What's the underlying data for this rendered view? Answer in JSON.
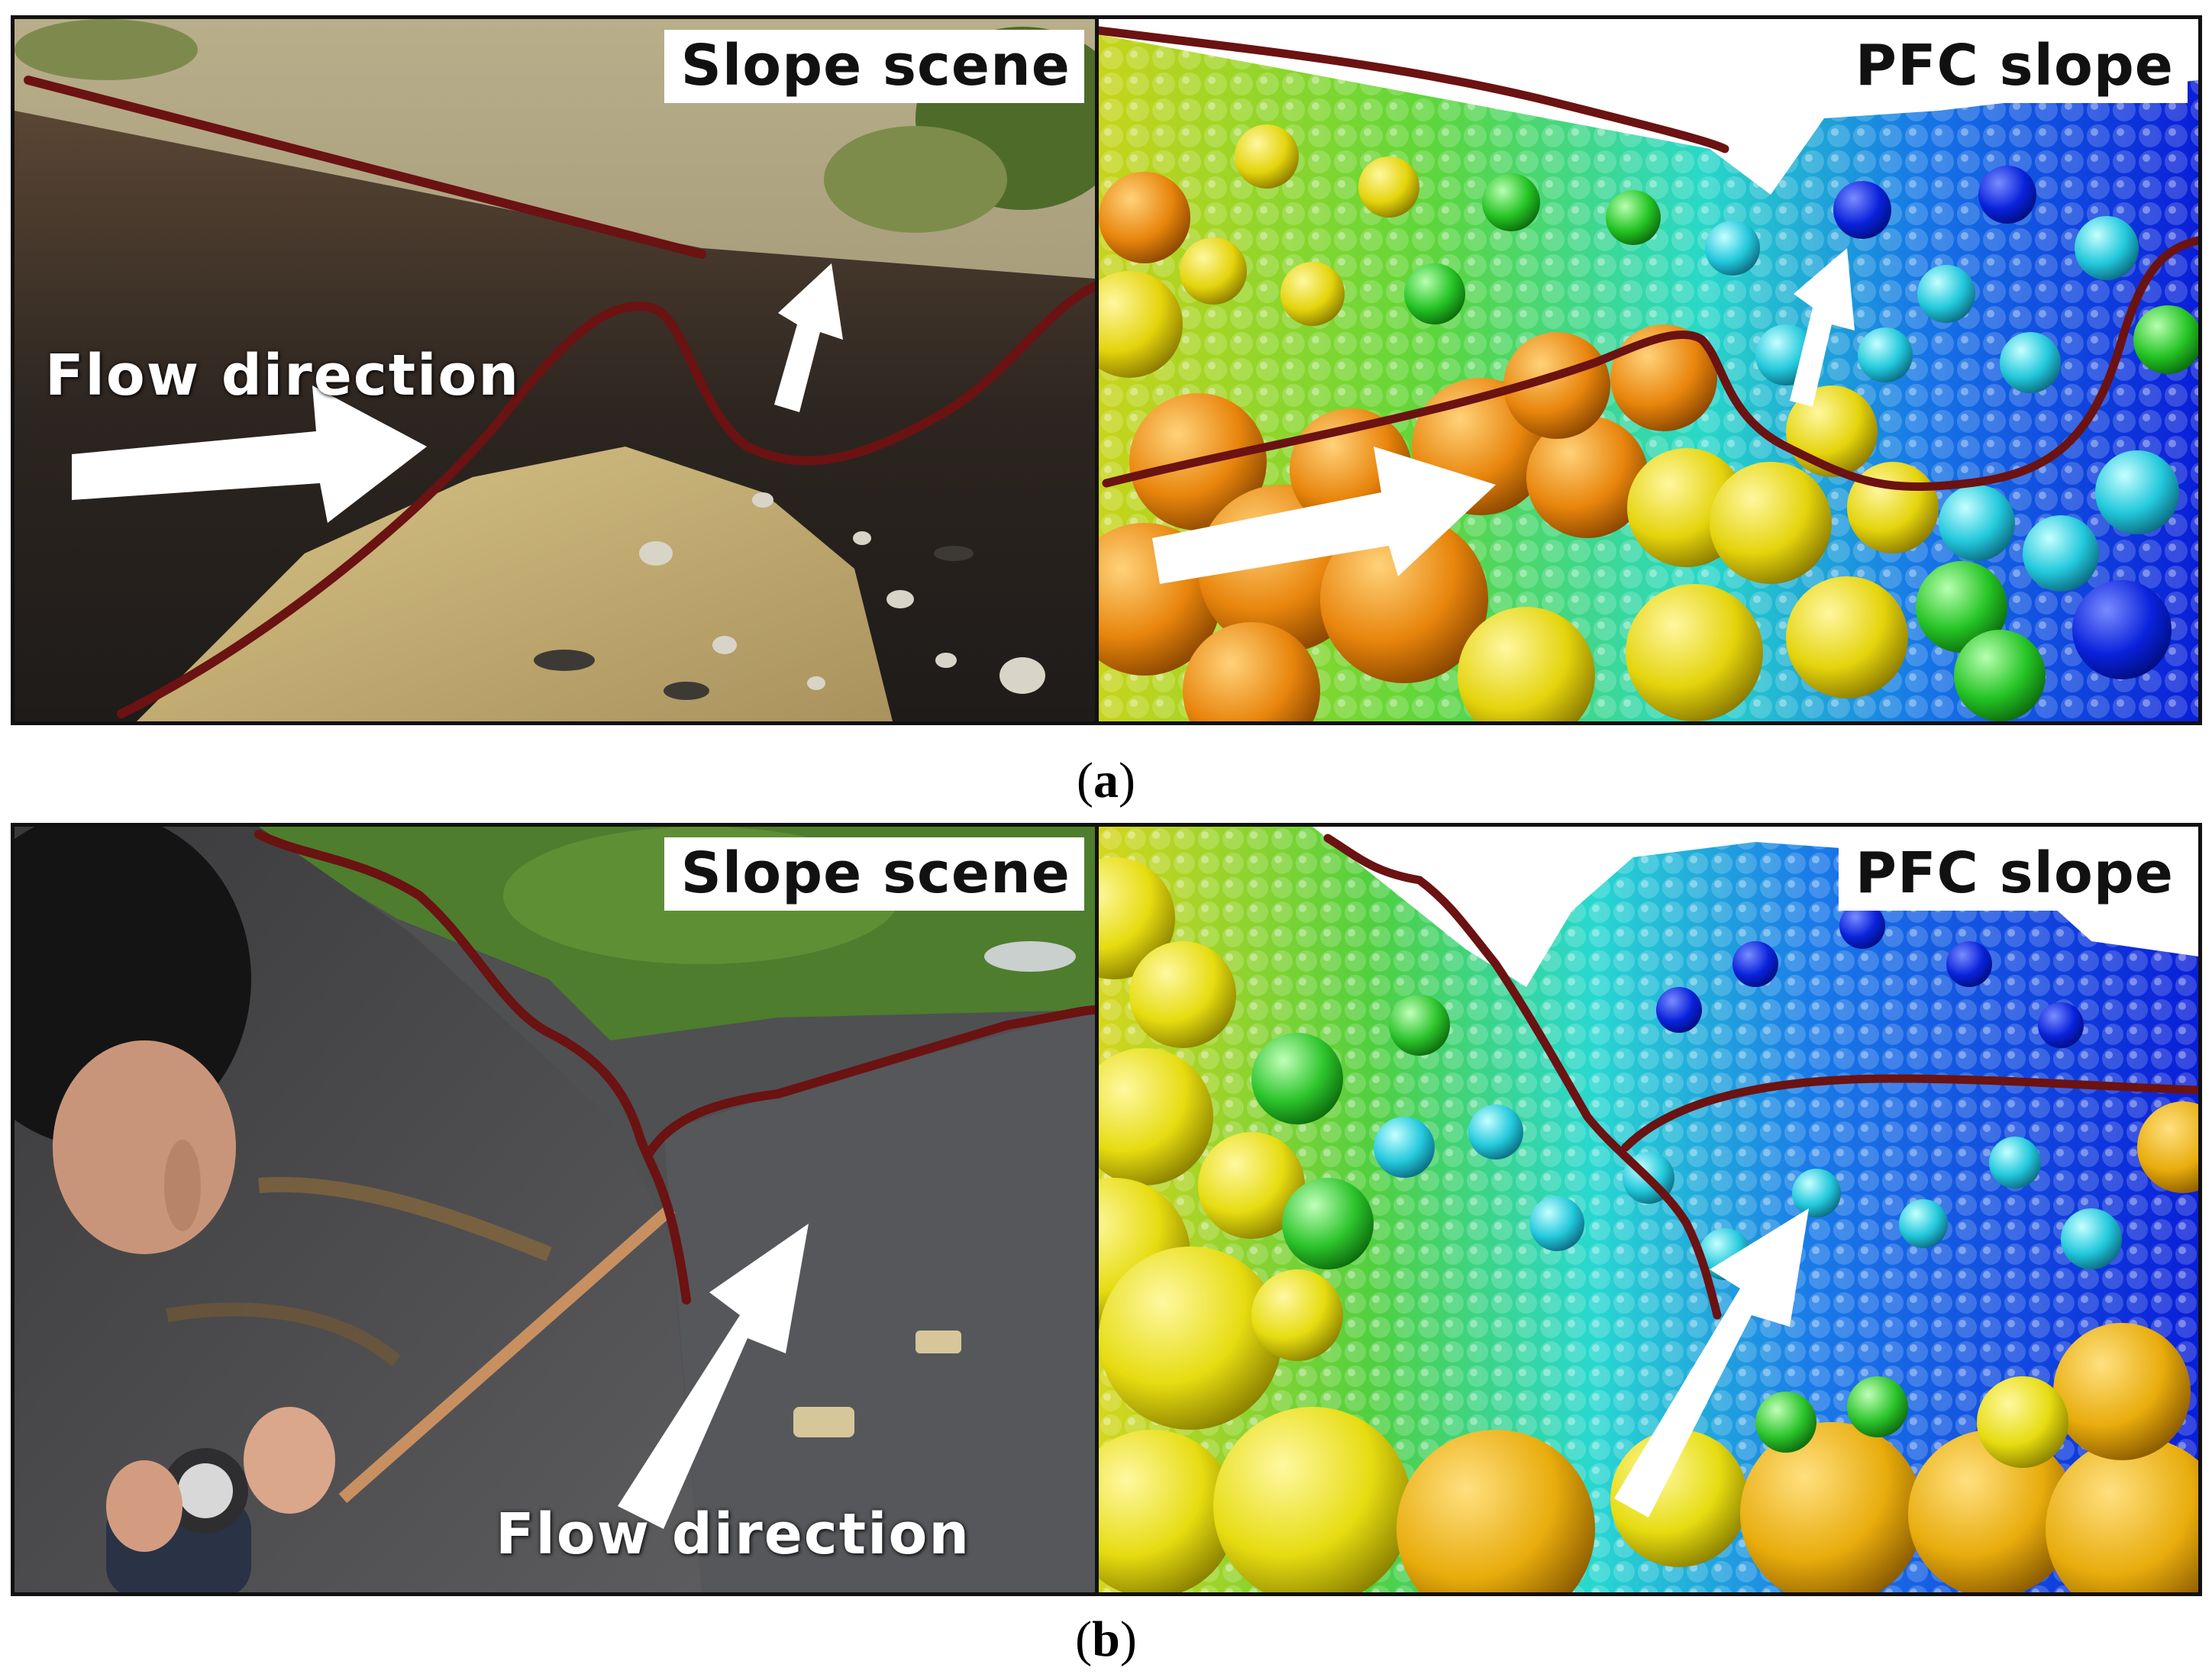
{
  "panels": {
    "a": {
      "left_label": "Slope scene",
      "right_label": "PFC slope",
      "flow_label": "Flow direction",
      "caption_open": "(",
      "caption_letter": "a",
      "caption_close": ")"
    },
    "b": {
      "left_label": "Slope scene",
      "right_label": "PFC slope",
      "flow_label": "Flow direction",
      "caption_open": "(",
      "caption_letter": "b",
      "caption_close": ")"
    }
  },
  "colors": {
    "boundary_line": "#6b1212",
    "arrow": "#ffffff",
    "frame": "#111111"
  },
  "icons": [
    "flow-arrow-icon",
    "particle-sphere"
  ]
}
